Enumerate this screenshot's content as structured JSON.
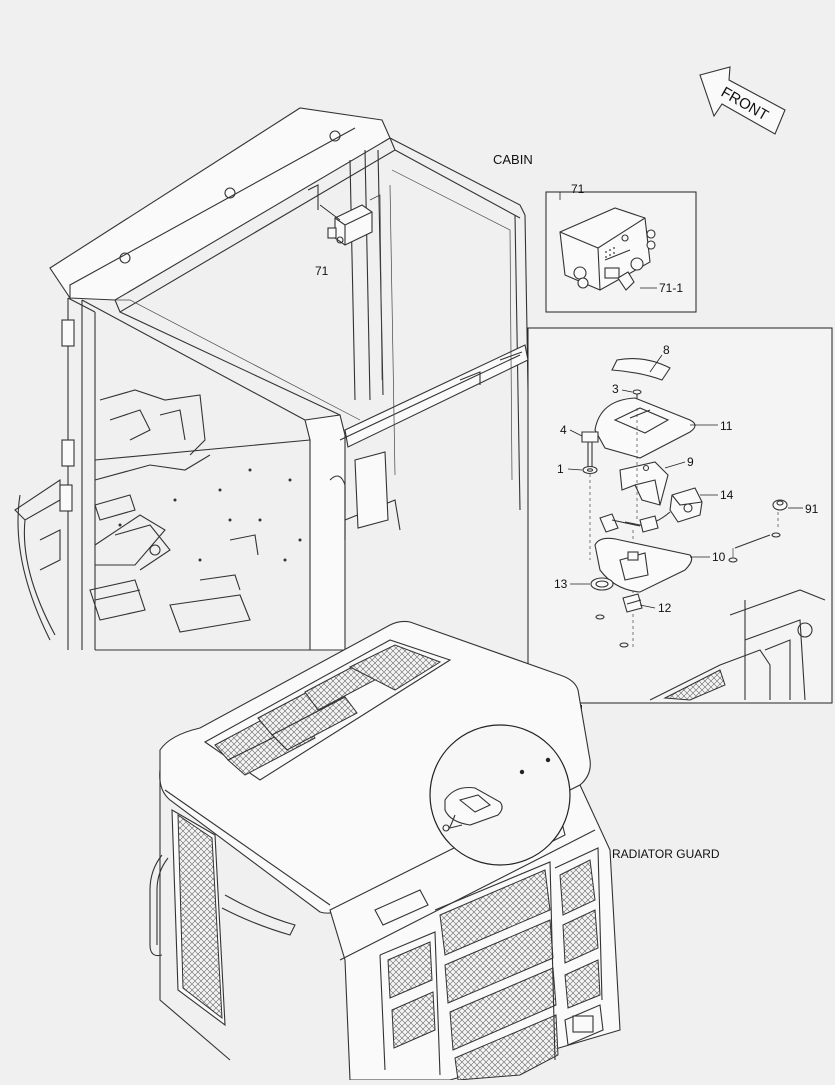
{
  "labels": {
    "front": "FRONT",
    "cabin": "CABIN",
    "radiator_guard": "RADIATOR GUARD"
  },
  "callouts": {
    "p71_cabin": "71",
    "p71_box": "71",
    "p71_1": "71-1",
    "p8": "8",
    "p3": "3",
    "p11": "11",
    "p4": "4",
    "p1": "1",
    "p9": "9",
    "p14": "14",
    "p91": "91",
    "p10": "10",
    "p13": "13",
    "p12": "12"
  }
}
